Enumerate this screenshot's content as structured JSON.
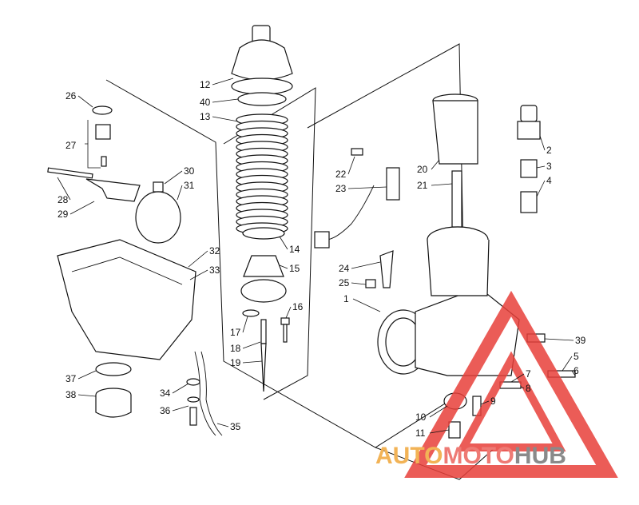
{
  "watermark": {
    "word_a": "AUTO",
    "word_b": "MOTO",
    "word_c": "HUB",
    "color_a": "#f2b356",
    "color_b": "#ee7a74",
    "color_c": "#8a8a8a",
    "triangle_color": "#e8403a"
  },
  "callouts": {
    "c1": "1",
    "c2": "2",
    "c3": "3",
    "c4": "4",
    "c5": "5",
    "c6": "6",
    "c7": "7",
    "c8": "8",
    "c9": "9",
    "c10": "10",
    "c11": "11",
    "c12": "12",
    "c13": "13",
    "c14": "14",
    "c15": "15",
    "c16": "16",
    "c17": "17",
    "c18": "18",
    "c19": "19",
    "c20": "20",
    "c21": "21",
    "c22": "22",
    "c23": "23",
    "c24": "24",
    "c25": "25",
    "c26": "26",
    "c27": "27",
    "c28": "28",
    "c29": "29",
    "c30": "30",
    "c31": "31",
    "c32": "32",
    "c33": "33",
    "c34": "34",
    "c35": "35",
    "c36": "36",
    "c37": "37",
    "c38": "38",
    "c39": "39",
    "c40": "40"
  }
}
